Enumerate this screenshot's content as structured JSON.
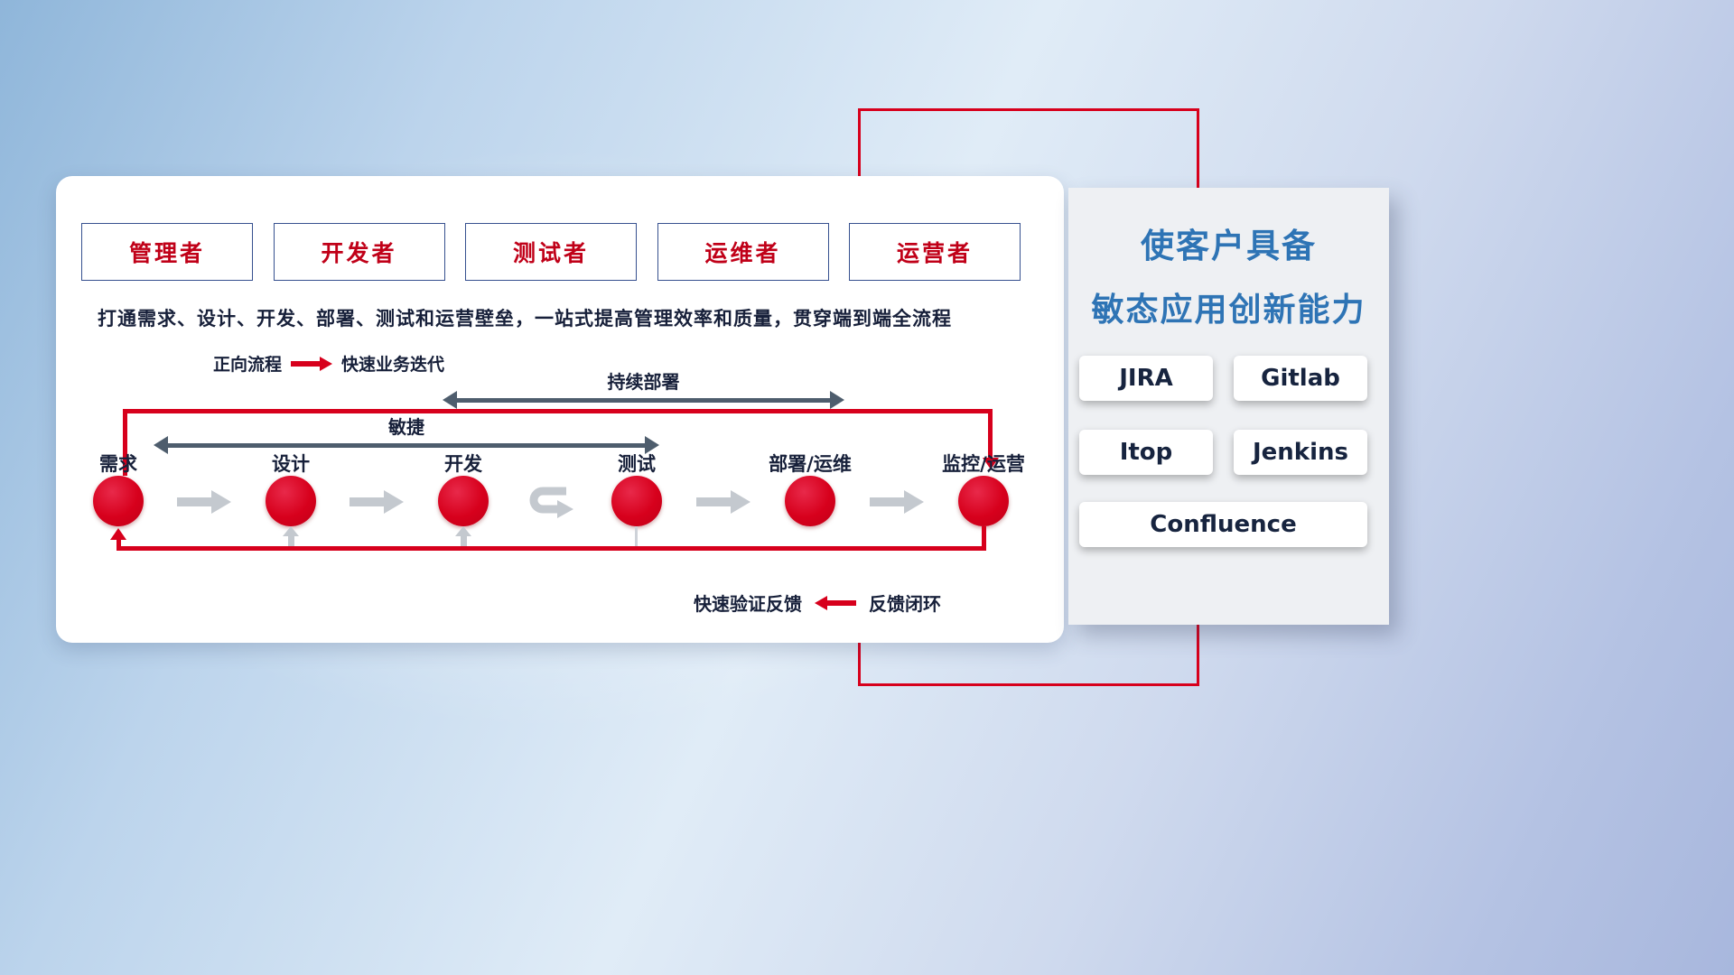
{
  "workflow": {
    "roles": [
      "管理者",
      "开发者",
      "测试者",
      "运维者",
      "运营者"
    ],
    "subtitle": "打通需求、设计、开发、部署、测试和运营壁垒，一站式提高管理效率和质量，贯穿端到端全流程",
    "forward_legend": {
      "label": "正向流程",
      "value": "快速业务迭代"
    },
    "continuous_deploy_label": "持续部署",
    "agile_label": "敏捷",
    "stages": [
      "需求",
      "设计",
      "开发",
      "测试",
      "部署/运维",
      "监控/运营"
    ],
    "feedback_legend": {
      "value": "快速验证反馈",
      "label": "反馈闭环"
    }
  },
  "capability": {
    "title_line1": "使客户具备",
    "title_line2": "敏态应用创新能力",
    "tools": [
      "JIRA",
      "Gitlab",
      "Itop",
      "Jenkins",
      "Confluence"
    ]
  },
  "colors": {
    "accent_red": "#d7001c",
    "title_blue": "#2e74b5",
    "text_dark": "#17203a",
    "flow_gray": "#c4c9cf",
    "span_arrow_dark": "#4e5d6d"
  }
}
